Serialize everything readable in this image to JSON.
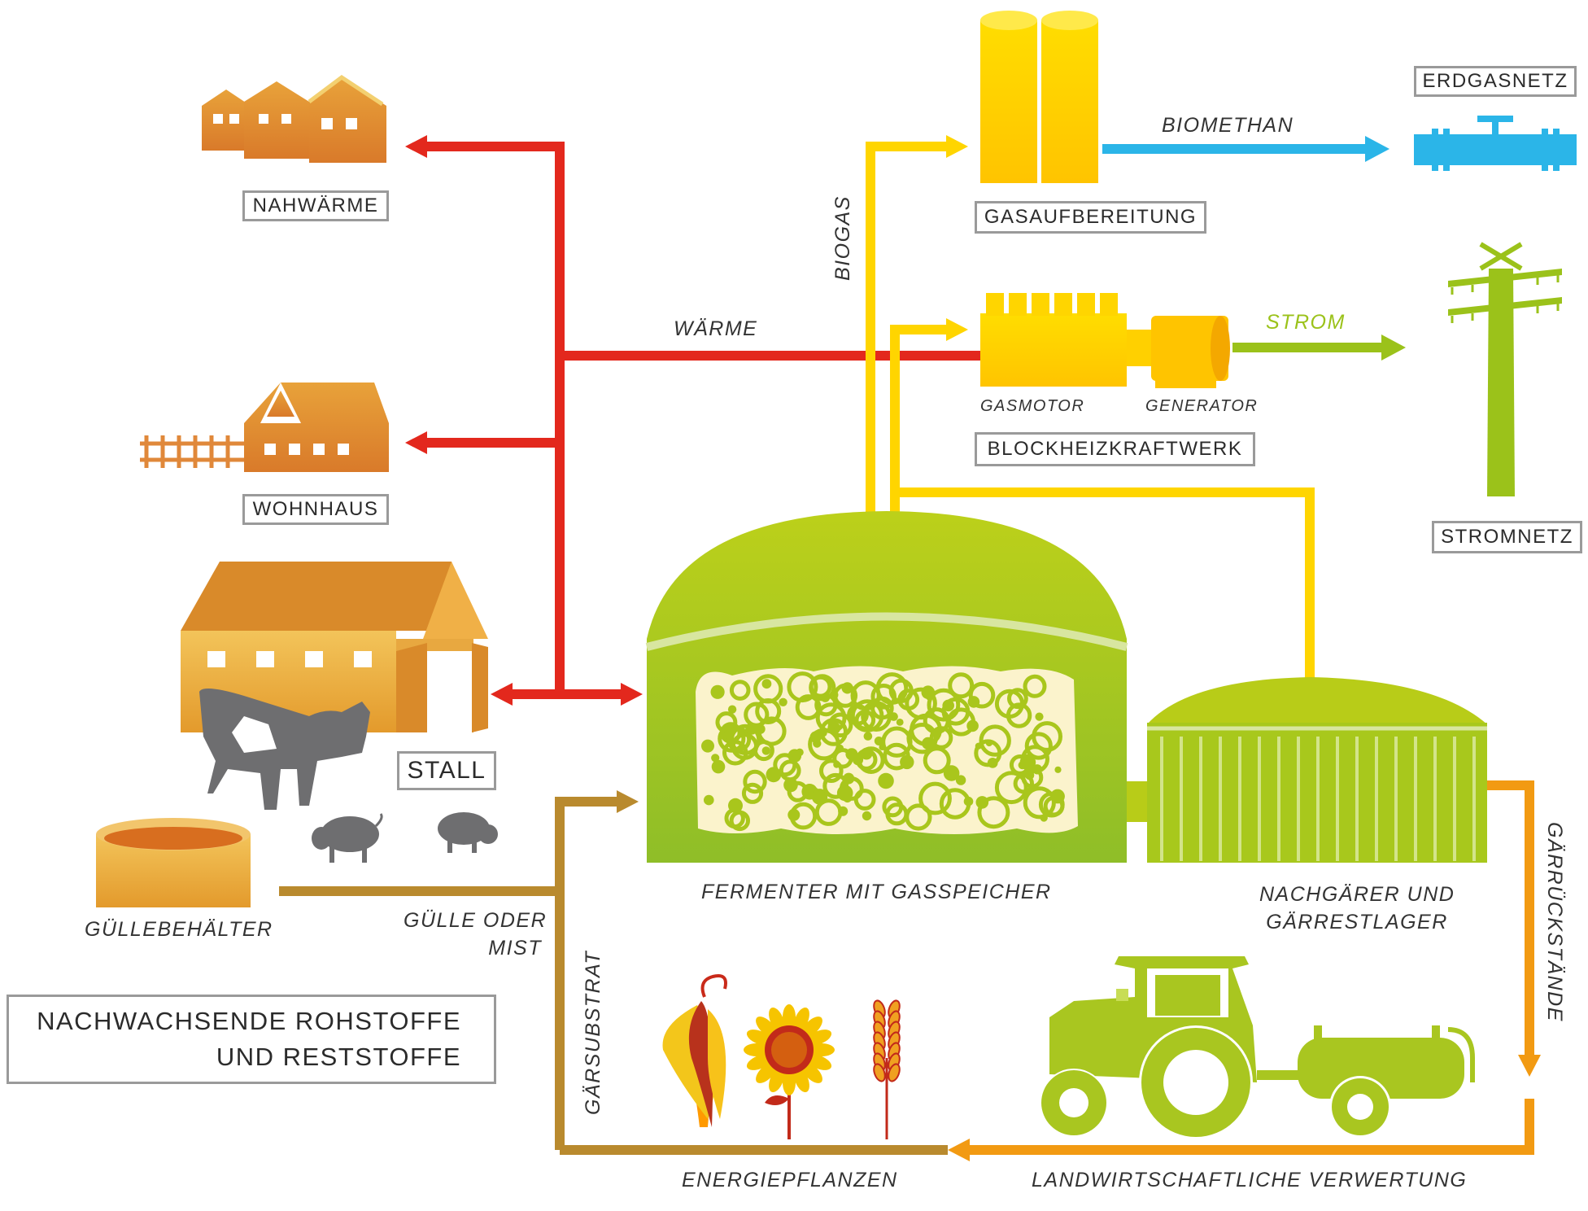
{
  "labels": {
    "nahwaerme": "NAHWÄRME",
    "wohnhaus": "WOHNHAUS",
    "stall": "STALL",
    "gasaufbereitung": "GASAUFBEREITUNG",
    "erdgasnetz": "ERDGASNETZ",
    "blockheizkraftwerk": "BLOCKHEIZKRAFTWERK",
    "stromnetz": "STROMNETZ",
    "rohstoffe_line1": "NACHWACHSENDE ROHSTOFFE",
    "rohstoffe_line2": "UND RESTSTOFFE"
  },
  "flows": {
    "waerme": "WÄRME",
    "biogas": "BIOGAS",
    "biomethan": "BIOMETHAN",
    "strom": "STROM",
    "gaersubstrat": "GÄRSUBSTRAT",
    "guelle_line1": "GÜLLE ODER",
    "guelle_line2": "MIST",
    "gaerrueckstaende": "GÄRRÜCKSTÄNDE"
  },
  "captions": {
    "gasmotor": "GASMOTOR",
    "generator": "GENERATOR",
    "fermenter": "FERMENTER MIT GASSPEICHER",
    "nachgaerer_line1": "NACHGÄRER UND",
    "nachgaerer_line2": "GÄRRESTLAGER",
    "guellebehaelter": "GÜLLEBEHÄLTER",
    "energiepflanzen": "ENERGIEPFLANZEN",
    "verwertung": "LANDWIRTSCHAFTLICHE VERWERTUNG"
  },
  "colors": {
    "heat": "#e3281d",
    "biogas": "#ffd500",
    "biomethane": "#2bb5e8",
    "power": "#9bc21a",
    "substrate": "#b98a2e",
    "digestate": "#f29a12",
    "fermenter": "#b8cc18",
    "building": "#e09a3c"
  },
  "icons": [
    "houses-icon",
    "house-icon",
    "barn-icon",
    "cow-icon",
    "pig-icon",
    "slurry-tank-icon",
    "gas-tanks-icon",
    "pipeline-icon",
    "engine-icon",
    "generator-icon",
    "power-pylon-icon",
    "fermenter-icon",
    "post-fermenter-icon",
    "tractor-icon",
    "corn-icon",
    "sunflower-icon",
    "wheat-icon"
  ]
}
